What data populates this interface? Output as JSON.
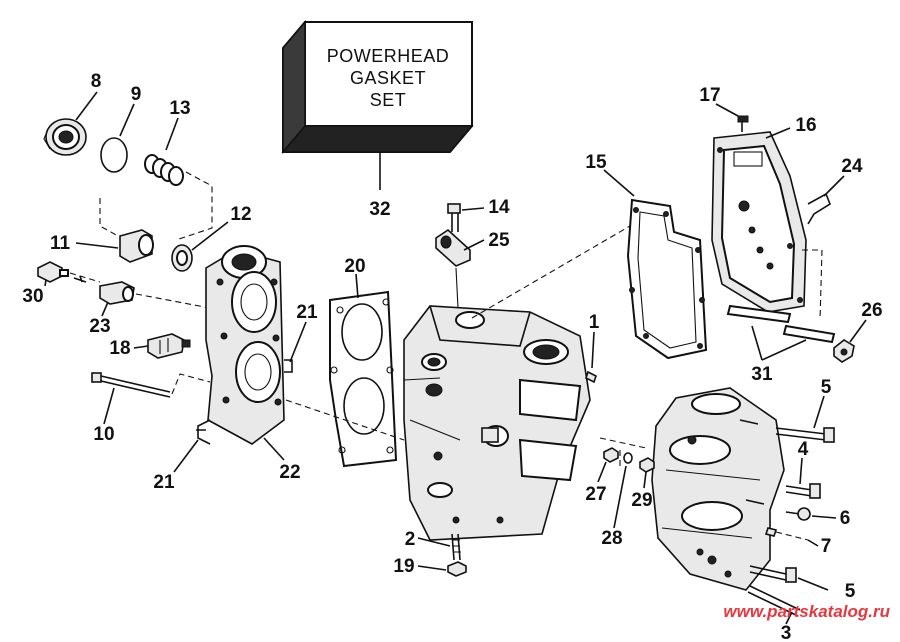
{
  "gasket_box": {
    "line1": "POWERHEAD",
    "line2": "GASKET",
    "line3": "SET"
  },
  "callouts": [
    {
      "id": "c1",
      "label": "1"
    },
    {
      "id": "c2",
      "label": "2"
    },
    {
      "id": "c3",
      "label": "3"
    },
    {
      "id": "c4",
      "label": "4"
    },
    {
      "id": "c5a",
      "label": "5"
    },
    {
      "id": "c5b",
      "label": "5"
    },
    {
      "id": "c6",
      "label": "6"
    },
    {
      "id": "c7",
      "label": "7"
    },
    {
      "id": "c8",
      "label": "8"
    },
    {
      "id": "c9",
      "label": "9"
    },
    {
      "id": "c10",
      "label": "10"
    },
    {
      "id": "c11",
      "label": "11"
    },
    {
      "id": "c12",
      "label": "12"
    },
    {
      "id": "c13",
      "label": "13"
    },
    {
      "id": "c14",
      "label": "14"
    },
    {
      "id": "c15",
      "label": "15"
    },
    {
      "id": "c16",
      "label": "16"
    },
    {
      "id": "c17",
      "label": "17"
    },
    {
      "id": "c18",
      "label": "18"
    },
    {
      "id": "c19",
      "label": "19"
    },
    {
      "id": "c20",
      "label": "20"
    },
    {
      "id": "c21a",
      "label": "21"
    },
    {
      "id": "c21b",
      "label": "21"
    },
    {
      "id": "c22",
      "label": "22"
    },
    {
      "id": "c23",
      "label": "23"
    },
    {
      "id": "c24",
      "label": "24"
    },
    {
      "id": "c25",
      "label": "25"
    },
    {
      "id": "c26",
      "label": "26"
    },
    {
      "id": "c27",
      "label": "27"
    },
    {
      "id": "c28",
      "label": "28"
    },
    {
      "id": "c29",
      "label": "29"
    },
    {
      "id": "c30",
      "label": "30"
    },
    {
      "id": "c31",
      "label": "31"
    },
    {
      "id": "c32",
      "label": "32"
    }
  ],
  "watermark": "www.partskatalog.ru",
  "colors": {
    "ink": "#111111",
    "watermark": "#e8373f",
    "background": "#ffffff"
  }
}
